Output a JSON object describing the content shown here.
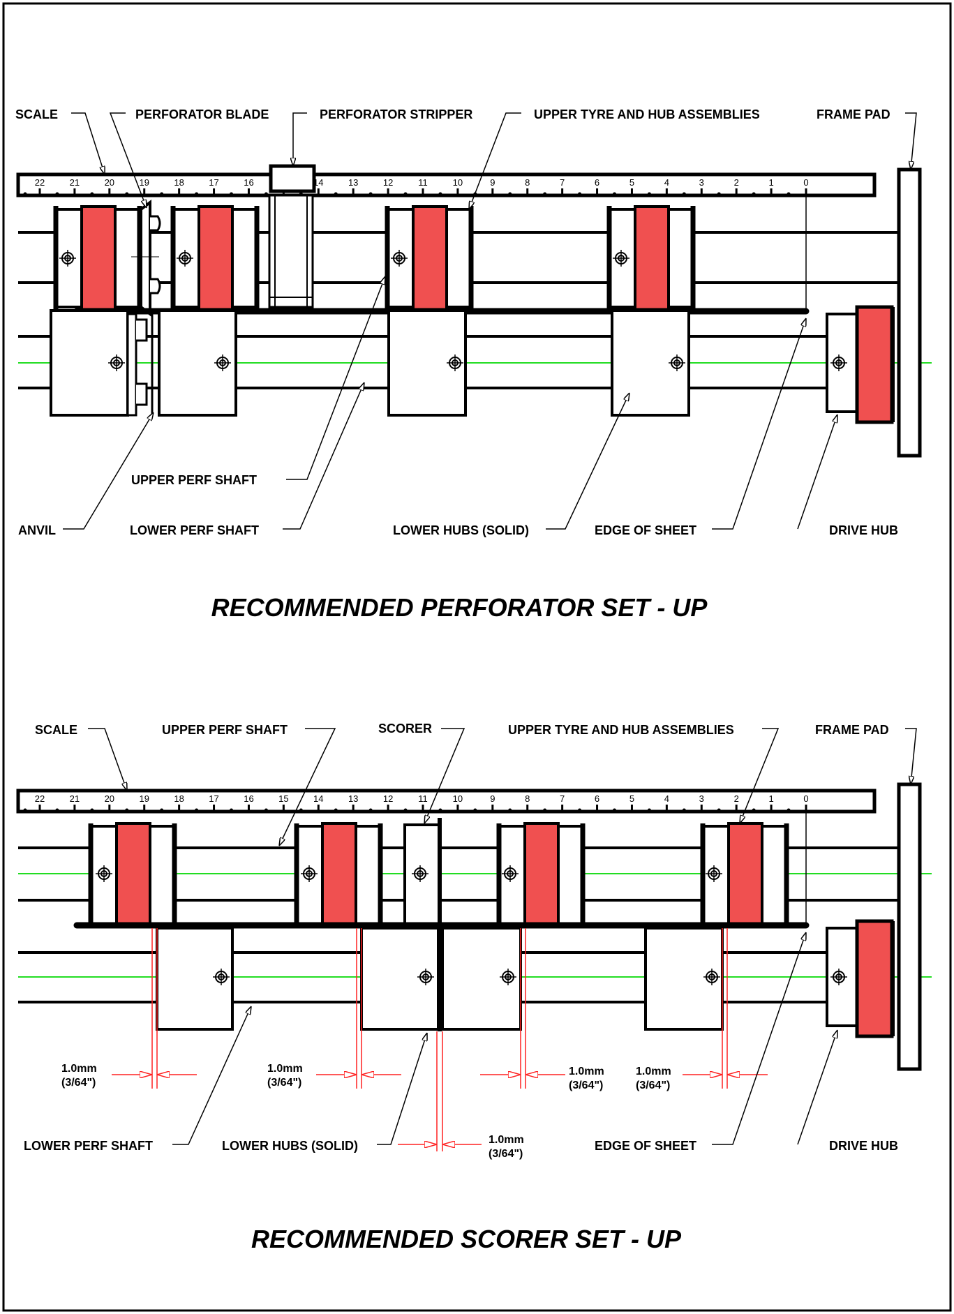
{
  "diagram1": {
    "title": "RECOMMENDED PERFORATOR SET - UP",
    "labels": {
      "scale": "SCALE",
      "perforator_blade": "PERFORATOR BLADE",
      "perforator_stripper": "PERFORATOR STRIPPER",
      "upper_tyre": "UPPER TYRE AND HUB ASSEMBLIES",
      "frame_pad": "FRAME PAD",
      "upper_perf_shaft": "UPPER PERF SHAFT",
      "anvil": "ANVIL",
      "lower_perf_shaft": "LOWER PERF SHAFT",
      "lower_hubs": "LOWER HUBS (SOLID)",
      "edge_of_sheet": "EDGE OF SHEET",
      "drive_hub": "DRIVE HUB"
    }
  },
  "diagram2": {
    "title": "RECOMMENDED SCORER SET - UP",
    "labels": {
      "scale": "SCALE",
      "upper_perf_shaft": "UPPER PERF SHAFT",
      "scorer": "SCORER",
      "upper_tyre": "UPPER TYRE AND HUB ASSEMBLIES",
      "frame_pad": "FRAME PAD",
      "lower_perf_shaft": "LOWER PERF SHAFT",
      "lower_hubs": "LOWER HUBS (SOLID)",
      "edge_of_sheet": "EDGE OF SHEET",
      "drive_hub": "DRIVE HUB"
    },
    "dimension": {
      "metric": "1.0mm",
      "imperial": "(3/64\")"
    }
  },
  "scale_numbers": [
    "22",
    "21",
    "20",
    "19",
    "18",
    "17",
    "16",
    "15",
    "14",
    "13",
    "12",
    "11",
    "10",
    "9",
    "8",
    "7",
    "6",
    "5",
    "4",
    "3",
    "2",
    "1",
    "0"
  ],
  "colors": {
    "tyre": "#f05050",
    "centerline": "#22dd22",
    "dimension": "#ff2020",
    "ink": "#000000"
  }
}
